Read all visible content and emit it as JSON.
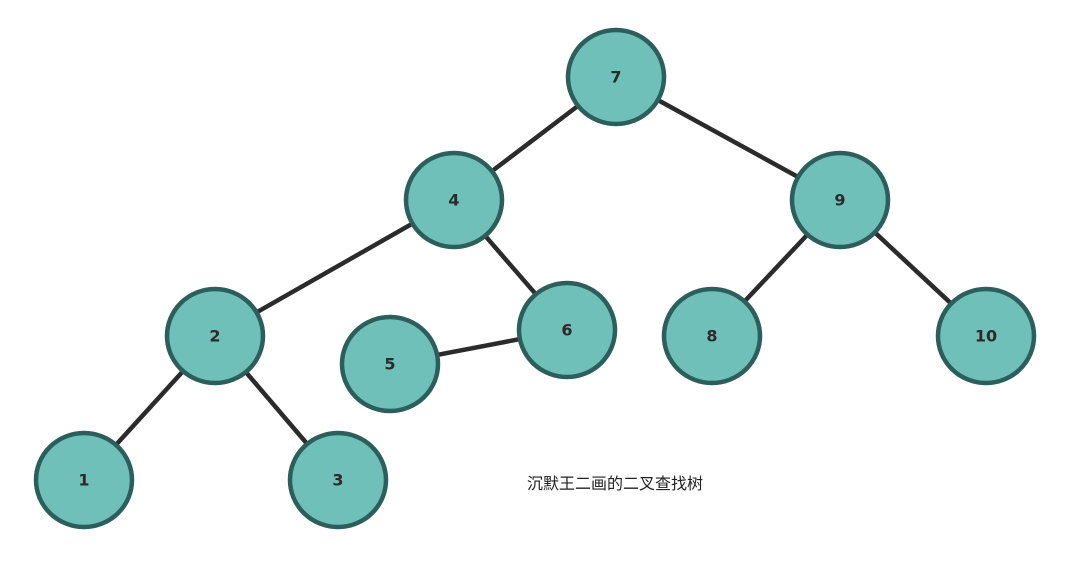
{
  "caption": "沉默王二画的二叉查找树",
  "colors": {
    "node_fill": "#6fc0b8",
    "node_stroke": "#2c5f5b",
    "edge": "#2b2b2b",
    "label": "#2b2b2b"
  },
  "tree": {
    "nodes": [
      {
        "id": "n7",
        "label": "7"
      },
      {
        "id": "n4",
        "label": "4"
      },
      {
        "id": "n9",
        "label": "9"
      },
      {
        "id": "n2",
        "label": "2"
      },
      {
        "id": "n6",
        "label": "6"
      },
      {
        "id": "n5",
        "label": "5"
      },
      {
        "id": "n8",
        "label": "8"
      },
      {
        "id": "n10",
        "label": "10"
      },
      {
        "id": "n1",
        "label": "1"
      },
      {
        "id": "n3",
        "label": "3"
      }
    ],
    "edges": [
      {
        "from": "n7",
        "to": "n4"
      },
      {
        "from": "n7",
        "to": "n9"
      },
      {
        "from": "n4",
        "to": "n2"
      },
      {
        "from": "n4",
        "to": "n6"
      },
      {
        "from": "n6",
        "to": "n5"
      },
      {
        "from": "n9",
        "to": "n8"
      },
      {
        "from": "n9",
        "to": "n10"
      },
      {
        "from": "n2",
        "to": "n1"
      },
      {
        "from": "n2",
        "to": "n3"
      }
    ]
  }
}
